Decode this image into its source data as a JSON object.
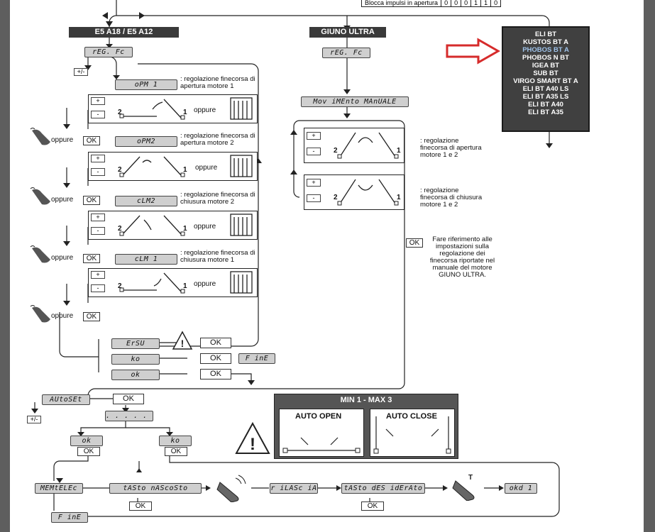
{
  "top_table": {
    "label": "Blocca impulsi in apertura",
    "values": [
      "0",
      "0",
      "0",
      "1",
      "1",
      "0"
    ]
  },
  "headers": {
    "e5": "E5 A18 / E5 A12",
    "giuno": "GIUNO ULTRA"
  },
  "models": {
    "items": [
      "ELI BT",
      "KUSTOS BT A",
      "PHOBOS BT A",
      "PHOBOS N BT",
      "IGEA BT",
      "SUB BT",
      "VIRGO SMART BT A",
      "ELI BT A40 LS",
      "ELI BT A35 LS",
      "ELI BT A40",
      "ELI BT A35"
    ],
    "highlighted": "PHOBOS BT A",
    "highlight_color": "#9fc3ea",
    "arrow_color": "#d62b2b"
  },
  "lcd": {
    "reg_fc_1": "rEG. Fc",
    "reg_fc_2": "rEG. Fc",
    "opm1": "oPM 1",
    "opm2": "oPM2",
    "clm2": "cLM2",
    "clm1": "cLM 1",
    "movimento": "Mov iMEnto MAnUALE",
    "ersu": "ErSU",
    "ko1": "ko",
    "fine1": "F inE",
    "ok1": "ok",
    "autoset": "AUtoSEt",
    "dots": ". . . . . . . .",
    "ok2": "ok",
    "ko2": "ko",
    "memtelec": "MEMtELEc",
    "tasto_nascosto": "tASto nAScoSto",
    "rilascia": "r iLASc iA",
    "tasto_desiderato": "tASto dES idErAto",
    "okd1": "okd 1",
    "fine2": "F inE"
  },
  "buttons": {
    "pm": "+/-",
    "ok": "OK"
  },
  "notes": {
    "opm1": ": regolazione finecorsa di apertura motore 1",
    "opm2": ": regolazione finecorsa di apertura motore 2",
    "clm2": ": regolazione finecorsa di chiusura motore 2",
    "clm1": ": regolazione finecorsa di chiusura motore 1",
    "giuno_ap": ": regolazione finecorsa di apertura motore 1 e 2",
    "giuno_ch": ": regolazione finecorsa di chiusura motore 1 e 2",
    "giuno_ref": "Fare riferimento alle impostazioni sulla regolazione dei finecorsa riportate nel manuale del motore GIUNO ULTRA."
  },
  "oppure": "oppure",
  "panel_labels": {
    "plus": "+",
    "minus": "-",
    "one": "1",
    "two": "2"
  },
  "minmax": {
    "title": "MIN 1 - MAX 3",
    "auto_open": "AUTO OPEN",
    "auto_close": "AUTO CLOSE"
  },
  "icons": {
    "remote": "remote-hand-icon",
    "gate": "gate-icon",
    "warning": "warning-triangle-icon"
  }
}
